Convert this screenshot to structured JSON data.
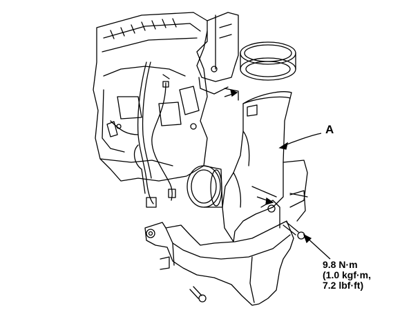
{
  "callouts": {
    "part_a": "A"
  },
  "torque_spec": {
    "line1": "9.8 N·m",
    "line2": "(1.0 kgf·m,",
    "line3": "7.2 lbf·ft)"
  }
}
